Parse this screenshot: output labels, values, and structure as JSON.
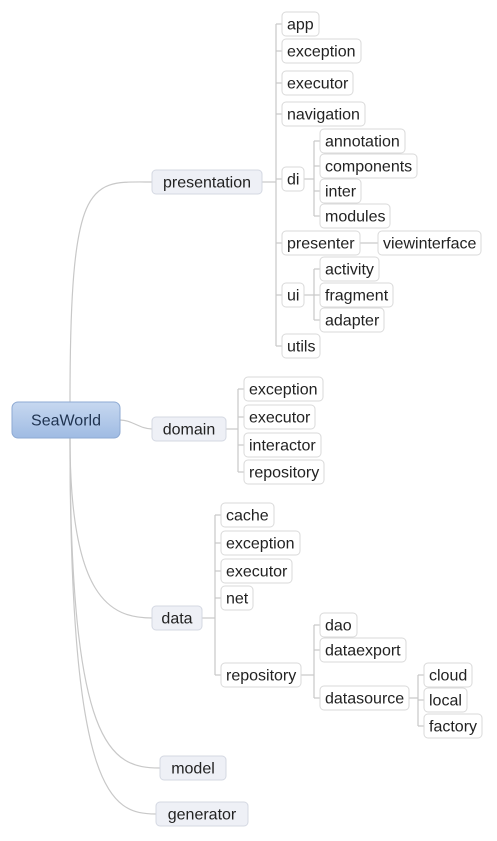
{
  "root": {
    "label": "SeaWorld",
    "children": [
      {
        "label": "presentation",
        "children": [
          {
            "label": "app"
          },
          {
            "label": "exception"
          },
          {
            "label": "executor"
          },
          {
            "label": "navigation"
          },
          {
            "label": "di",
            "children": [
              {
                "label": "annotation"
              },
              {
                "label": "components"
              },
              {
                "label": "inter"
              },
              {
                "label": "modules"
              }
            ]
          },
          {
            "label": "presenter",
            "children": [
              {
                "label": "viewinterface"
              }
            ]
          },
          {
            "label": "ui",
            "children": [
              {
                "label": "activity"
              },
              {
                "label": "fragment"
              },
              {
                "label": "adapter"
              }
            ]
          },
          {
            "label": "utils"
          }
        ]
      },
      {
        "label": "domain",
        "children": [
          {
            "label": "exception"
          },
          {
            "label": "executor"
          },
          {
            "label": "interactor"
          },
          {
            "label": "repository"
          }
        ]
      },
      {
        "label": "data",
        "children": [
          {
            "label": "cache"
          },
          {
            "label": "exception"
          },
          {
            "label": "executor"
          },
          {
            "label": "net"
          },
          {
            "label": "repository",
            "children": [
              {
                "label": "dao"
              },
              {
                "label": "dataexport"
              },
              {
                "label": "datasource",
                "children": [
                  {
                    "label": "cloud"
                  },
                  {
                    "label": "local"
                  },
                  {
                    "label": "factory"
                  }
                ]
              }
            ]
          }
        ]
      },
      {
        "label": "model"
      },
      {
        "label": "generator"
      }
    ]
  }
}
